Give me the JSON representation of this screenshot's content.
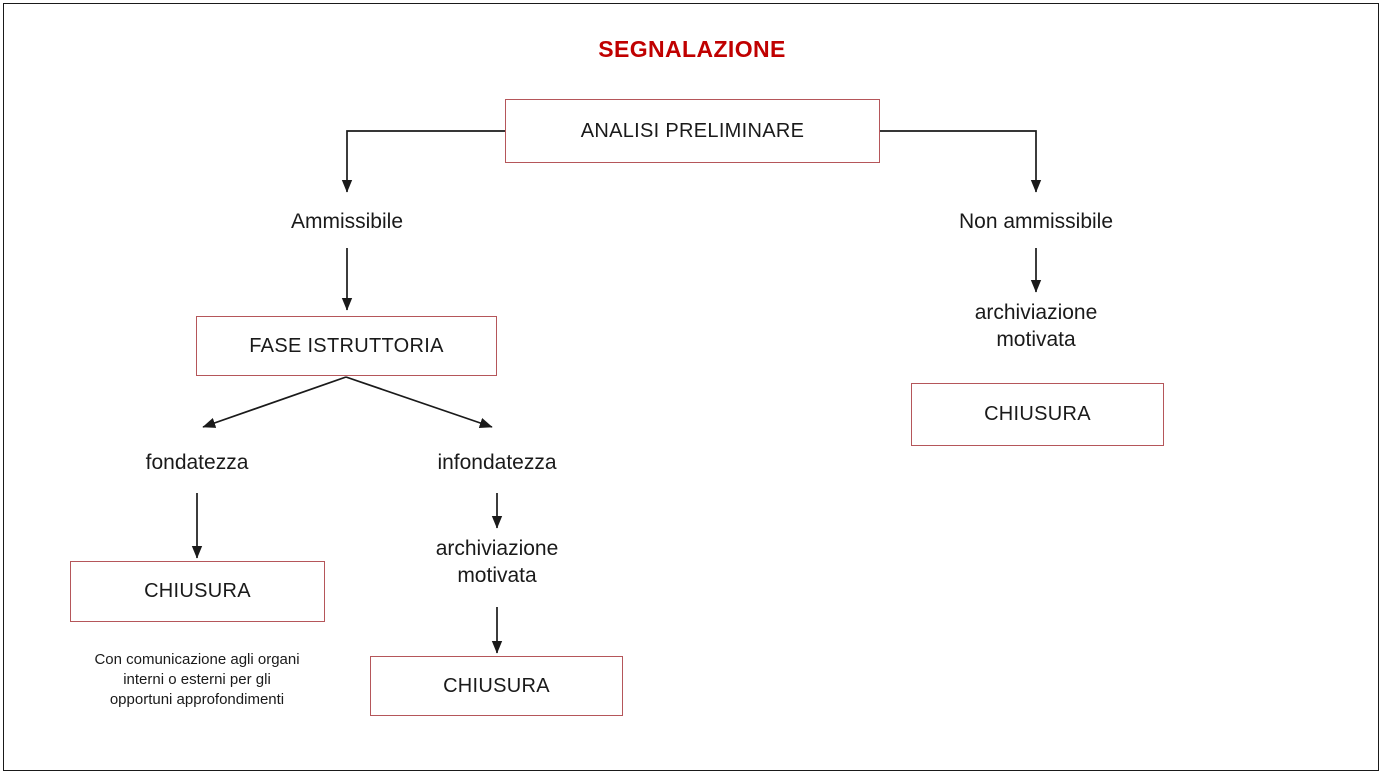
{
  "diagram": {
    "title": "SEGNALAZIONE",
    "title_color": "#c00000",
    "box_border_color": "#b5565a",
    "connector_color": "#1a1a1a",
    "frame_color": "#1a1a1a",
    "background": "#ffffff"
  },
  "nodes": {
    "analisi_preliminare": "ANALISI PRELIMINARE",
    "ammissibile": "Ammissibile",
    "non_ammissibile": "Non ammissibile",
    "fase_istruttoria": "FASE ISTRUTTORIA",
    "archiviazione_motivata_right": "archiviazione\nmotivata",
    "chiusura_right": "CHIUSURA",
    "fondatezza": "fondatezza",
    "infondatezza": "infondatezza",
    "chiusura_left": "CHIUSURA",
    "nota_chiusura_left": "Con comunicazione agli organi\ninterni o esterni per gli\nopportuni approfondimenti",
    "archiviazione_motivata_middle": "archiviazione\nmotivata",
    "chiusura_middle": "CHIUSURA"
  },
  "edges": [
    {
      "name": "analisi-to-ammissibile",
      "from": "analisi_preliminare",
      "to": "ammissibile",
      "style": "elbow"
    },
    {
      "name": "analisi-to-non-ammissibile",
      "from": "analisi_preliminare",
      "to": "non_ammissibile",
      "style": "elbow"
    },
    {
      "name": "ammissibile-to-fase-istruttoria",
      "from": "ammissibile",
      "to": "fase_istruttoria",
      "style": "straight"
    },
    {
      "name": "non-ammissibile-to-archiviazione",
      "from": "non_ammissibile",
      "to": "archiviazione_motivata_right",
      "style": "straight"
    },
    {
      "name": "fase-istruttoria-to-fondatezza",
      "from": "fase_istruttoria",
      "to": "fondatezza",
      "style": "diagonal"
    },
    {
      "name": "fase-istruttoria-to-infondatezza",
      "from": "fase_istruttoria",
      "to": "infondatezza",
      "style": "diagonal"
    },
    {
      "name": "fondatezza-to-chiusura",
      "from": "fondatezza",
      "to": "chiusura_left",
      "style": "straight"
    },
    {
      "name": "infondatezza-to-archiviazione",
      "from": "infondatezza",
      "to": "archiviazione_motivata_middle",
      "style": "straight"
    },
    {
      "name": "archiviazione-to-chiusura",
      "from": "archiviazione_motivata_middle",
      "to": "chiusura_middle",
      "style": "straight"
    }
  ]
}
